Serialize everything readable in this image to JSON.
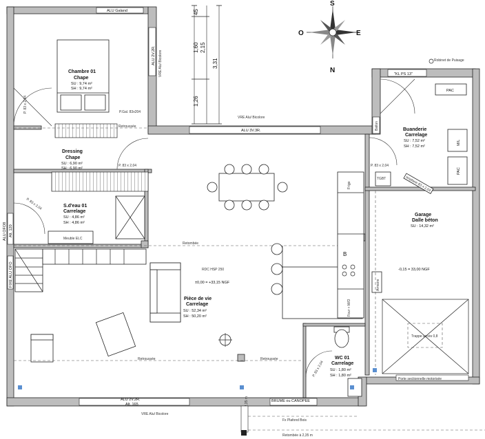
{
  "windows": {
    "alu_galand": "ALU Galand",
    "alu_2v_2r_top": "ALU 2V.2R.",
    "vre_alu_bicolore_v": "VRE Alu/ Bicolore",
    "vre_alu_bicolore_top": "VRE Alu/ Bicolore",
    "alu_3v_3r": "ALU 3V.3R.",
    "alu_ofo8": "ALU OFO8",
    "alt_120": "Alt. 120",
    "fixe_alu_ofo": "FIXE ALU OFO",
    "alu_2v_2r_bottom": "ALU 2V.2R.",
    "alt_165": "Alt. 165",
    "vre_alu_bicolore_bottom": "VRE Alu/ Bicolore",
    "brume_canopee": "BRUME ou CANOPEE",
    "kl_ps": "\"KL PS 13\"",
    "robinet": "Robinet de Puisage",
    "porte_sectionnelle": "Porte sectionnelle motorisée"
  },
  "dimensions": [
    "45",
    "1,60",
    "2,15",
    "3,31",
    "1,26"
  ],
  "rooms": {
    "chambre": {
      "name": "Chambre 01",
      "floor": "Chape",
      "su": "SU : 9,74 m²",
      "sh": "SH : 9,74 m²"
    },
    "dressing": {
      "name": "Dressing",
      "floor": "Chape",
      "su": "SU : 6,90 m²",
      "sh": "SH : 6,90 m²"
    },
    "sdeau": {
      "name": "S.d'eau 01",
      "floor": "Carrelage",
      "su": "SU : 4,86 m²",
      "sh": "SH : 4,86 m²"
    },
    "piece_vie": {
      "name": "Pièce de vie",
      "floor": "Carrelage",
      "su": "SU : 52,34 m²",
      "sh": "SH : 50,20 m²"
    },
    "buanderie": {
      "name": "Buanderie",
      "floor": "Carrelage",
      "su": "SU : 7,52 m²",
      "sh": "SH : 7,52 m²"
    },
    "garage": {
      "name": "Garage",
      "floor": "Dalle béton",
      "su": "SU : 14,32 m²"
    },
    "wc": {
      "name": "WC 01",
      "floor": "Carrelage",
      "su": "SU : 1,80 m²",
      "sh": "SH : 1,80 m²"
    }
  },
  "annotations": {
    "pgal": "P.Gal. 83x204",
    "p83_chambre": "P. 83 x 2,04",
    "p83_dressing": "P. 83 x 2,04",
    "p83_sdeau": "P. 83 x 2,04",
    "p83_buanderie": "P. 83 x 2,04",
    "p83_wc": "P. 83 x 2,04",
    "p83_garage": "Isoplane 83 x 2,04",
    "retroussee_1": "Retroussée",
    "retroussee_2": "Retroussée",
    "retombee_1": "Retombée",
    "retombee_2": "Retombée à 2,35 m",
    "rdc_hsp": "RDC HSP 250",
    "level_main": "±0,00 = +33,15 NGF",
    "level_garage": "-0,15 = 33,00 NGF",
    "trappe": "Trappe accès 0,8",
    "fx_plafond": "Fx Plafond Bois",
    "fx_plafond_vert": "Retombée à 2,35 m",
    "frigo": "Frigo",
    "four_mo": "Four + M/O",
    "tgbt": "TGBT",
    "pac1": "PAC",
    "pac2": "PAC",
    "ml": "M/L",
    "ballon": "Ballon",
    "armoire": "Armoire",
    "meuble": "Meuble ELC",
    "b_letter": "B"
  },
  "compass": {
    "n": "S",
    "e": "E",
    "w": "O",
    "s": "N"
  }
}
